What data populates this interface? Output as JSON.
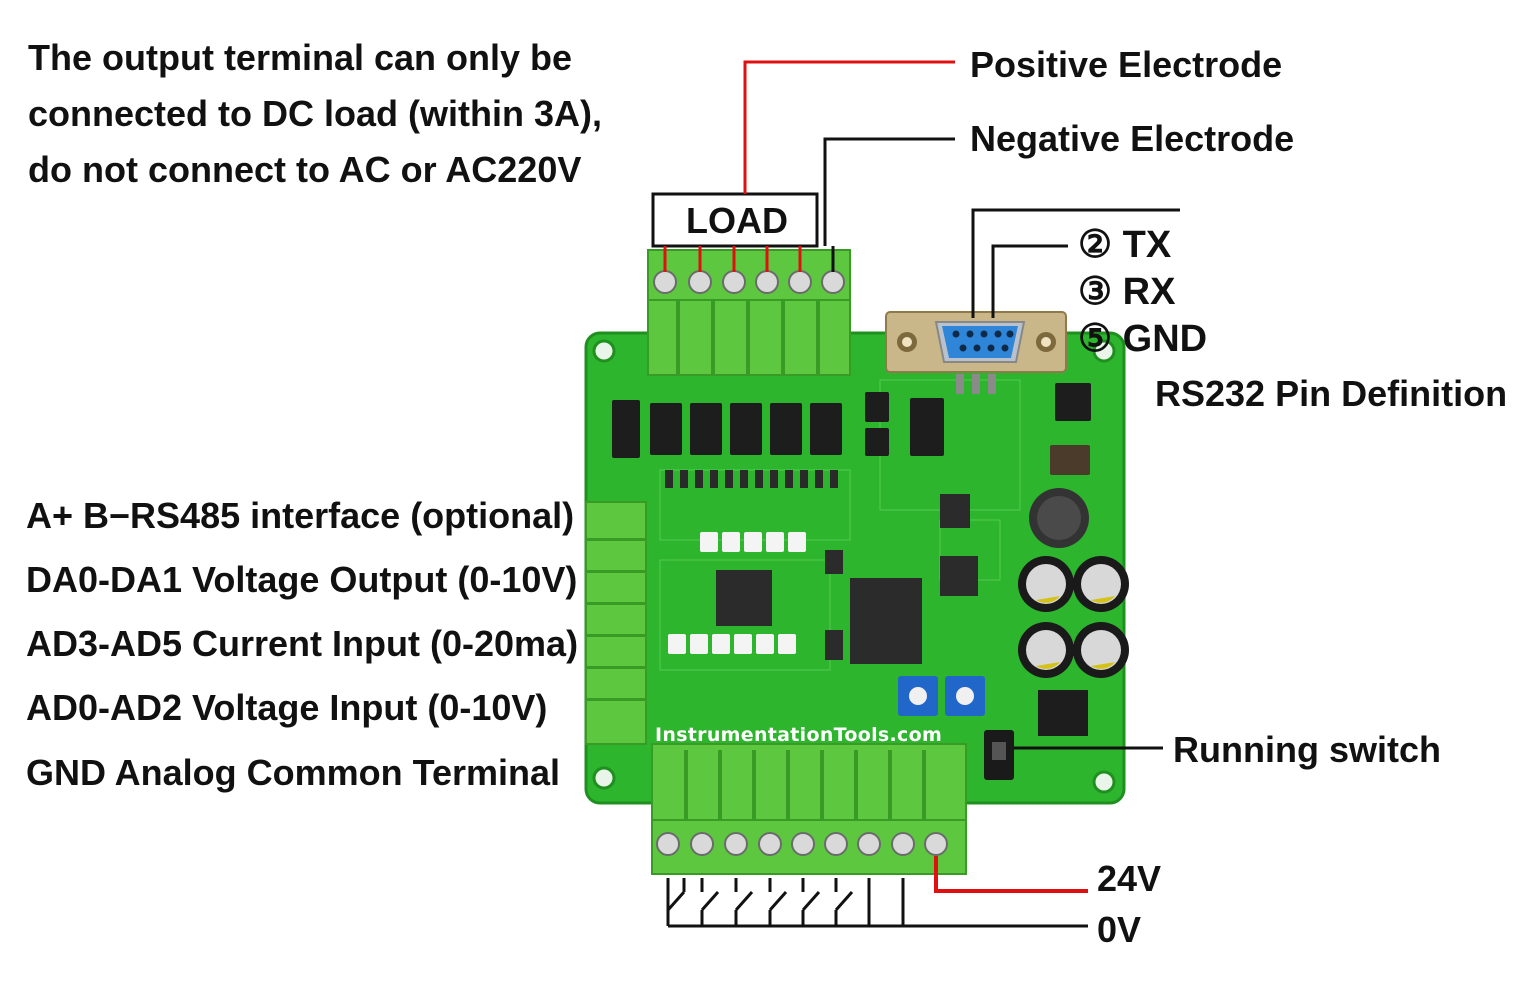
{
  "note": {
    "line1": "The output terminal can only be",
    "line2": "connected to DC load (within 3A),",
    "line3": "do not connect to AC or AC220V"
  },
  "load": {
    "box_label": "LOAD"
  },
  "electrodes": {
    "positive": "Positive Electrode",
    "negative": "Negative Electrode"
  },
  "rs232": {
    "pins": [
      {
        "num": "②",
        "name": "TX"
      },
      {
        "num": "③",
        "name": "RX"
      },
      {
        "num": "⑤",
        "name": "GND"
      }
    ],
    "title": "RS232 Pin Definition"
  },
  "left_labels": [
    "A+ B−RS485 interface (optional)",
    "DA0-DA1 Voltage Output (0-10V)",
    "AD3-AD5 Current Input (0-20ma)",
    "AD0-AD2 Voltage Input (0-10V)",
    "GND Analog Common Terminal"
  ],
  "running_switch": "Running switch",
  "supply": {
    "v24": "24V",
    "v0": "0V"
  },
  "watermark": "InstrumentationTools.com",
  "colors": {
    "pcb": "#2db52d",
    "terminal": "#5dc83f",
    "wire_red": "#e01010",
    "wire_black": "#111111",
    "db9_blue": "#2f86d8",
    "pot_blue": "#2166c9"
  }
}
